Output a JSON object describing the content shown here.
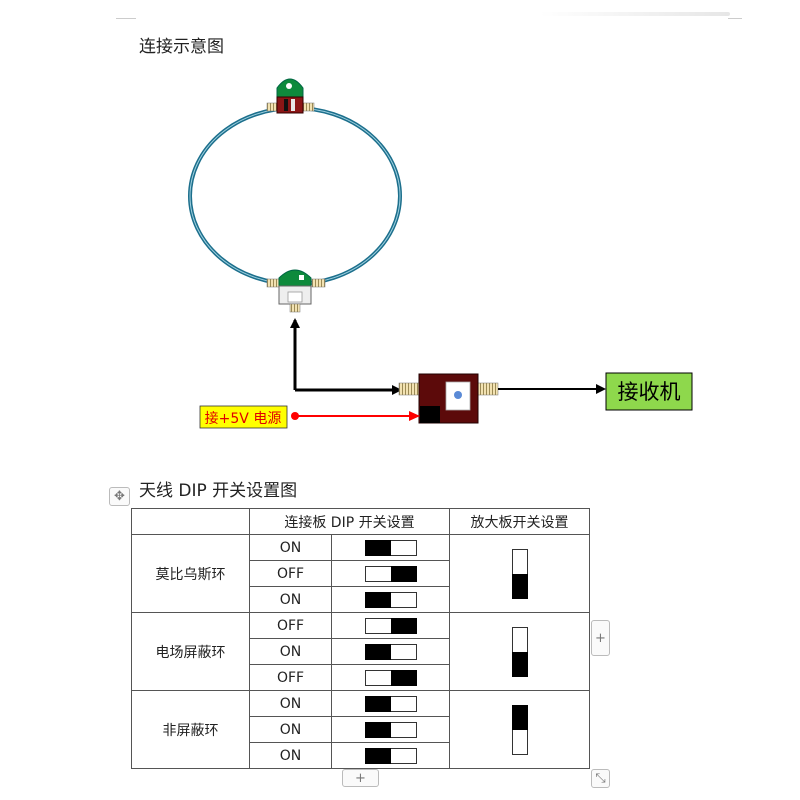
{
  "section1": {
    "title": "连接示意图"
  },
  "diagram": {
    "receiver_label": "接收机",
    "power_label": "接+5V 电源",
    "colors": {
      "loop": "#1c6f8c",
      "board_green": "#0e8a3c",
      "board_red": "#8b1616",
      "amp_box": "#5c0a0a",
      "receiver_fill": "#8ed84c",
      "power_fill": "#ffff00",
      "power_wire": "#ff0000",
      "power_text": "#e00000"
    }
  },
  "section2": {
    "title": "天线 DIP 开关设置图"
  },
  "table": {
    "headers": [
      "",
      "连接板 DIP 开关设置",
      "放大板开关设置"
    ],
    "groups": [
      {
        "name": "莫比乌斯环",
        "amp_switch": "down",
        "rows": [
          {
            "state": "ON"
          },
          {
            "state": "OFF"
          },
          {
            "state": "ON"
          }
        ]
      },
      {
        "name": "电场屏蔽环",
        "amp_switch": "down",
        "rows": [
          {
            "state": "OFF"
          },
          {
            "state": "ON"
          },
          {
            "state": "OFF"
          }
        ]
      },
      {
        "name": "非屏蔽环",
        "amp_switch": "up",
        "rows": [
          {
            "state": "ON"
          },
          {
            "state": "ON"
          },
          {
            "state": "ON"
          }
        ]
      }
    ]
  },
  "editor": {
    "add_row_symbol": "+",
    "add_col_symbol": "+",
    "move_symbol": "✥",
    "resize_symbol": "⤡"
  }
}
